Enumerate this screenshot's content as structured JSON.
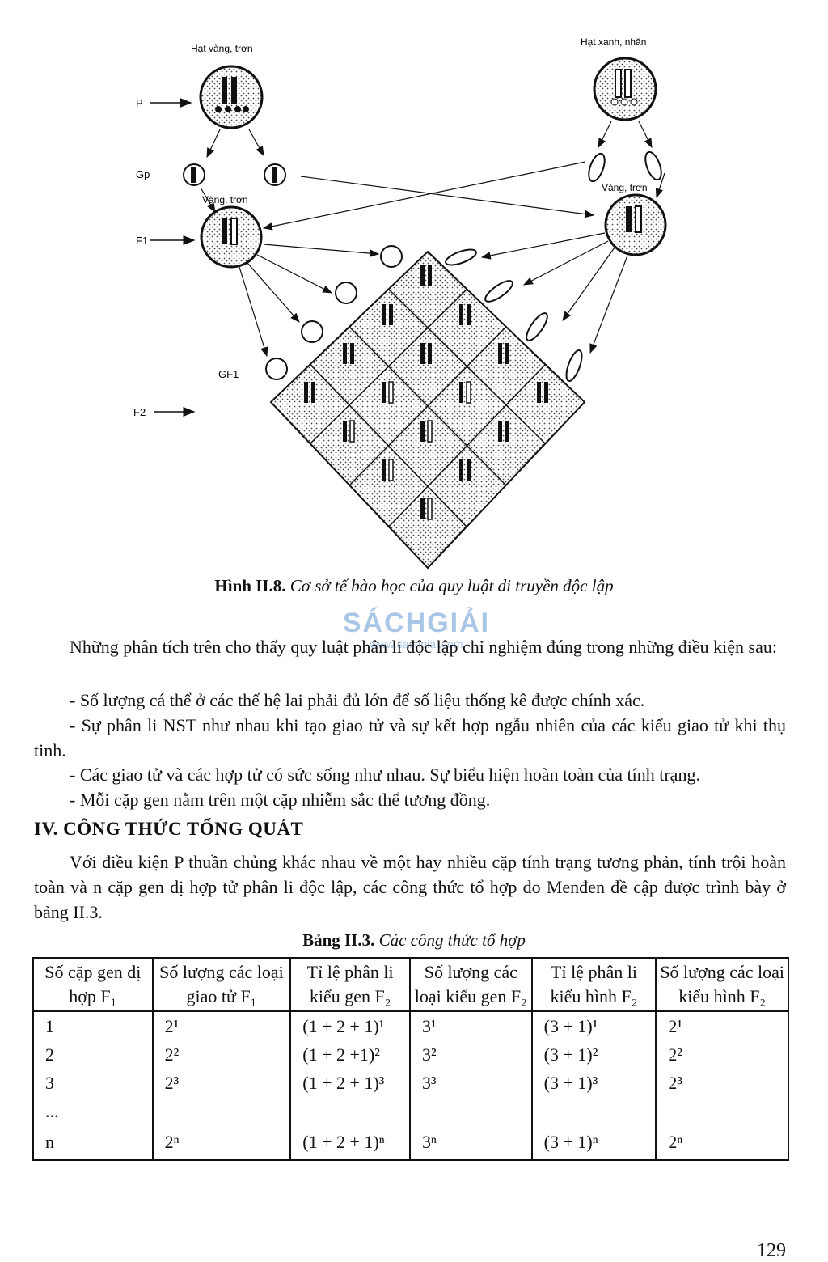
{
  "figure": {
    "label_parent1": "Hạt vàng, trơn",
    "label_parent2": "Hạt xanh, nhăn",
    "row_p": "P",
    "row_g": "Gp",
    "row_f1": "F1",
    "row_gf": "GF1",
    "row_f2": "F2",
    "label_f1_left": "Vàng, trơn",
    "label_f1_right": "Vàng, trơn"
  },
  "caption": {
    "number": "Hình II.8.",
    "text": "Cơ sở tế bào học của quy luật di truyền độc lập"
  },
  "watermark": {
    "brand": "SÁCHGIẢI",
    "url": "www.sachgiai.com"
  },
  "body": {
    "intro": "Những phân tích trên cho thấy quy luật phân li độc lập chỉ nghiệm đúng trong những điều kiện sau:",
    "bullets": [
      "- Số lượng cá thể ở các thế hệ lai phải đủ lớn để số liệu thống kê được chính xác.",
      "- Sự phân li NST như nhau khi tạo giao tử và sự kết hợp ngẫu nhiên của các kiểu giao tử khi thụ tinh.",
      "- Các giao tử và các hợp tử có sức sống như nhau. Sự biểu hiện hoàn toàn của tính trạng.",
      "- Mỗi cặp gen nằm trên một cặp nhiễm sắc thể tương đồng."
    ],
    "heading": "IV. CÔNG THỨC TỔNG QUÁT",
    "para2": "Với điều kiện P thuần chủng khác nhau về một hay nhiều cặp tính trạng tương phản, tính trội hoàn toàn và n cặp gen dị hợp tử phân li độc lập, các công thức tổ hợp do Menđen đề cập được trình bày ở bảng II.3."
  },
  "table": {
    "caption_number": "Bảng II.3.",
    "caption_text": "Các công thức tổ hợp",
    "headers": [
      "Số cặp gen dị hợp F₁",
      "Số lượng các loại giao tử F₁",
      "Tỉ lệ phân li kiểu gen F₂",
      "Số lượng các loại kiểu gen F₂",
      "Tỉ lệ phân li kiểu hình F₂",
      "Số lượng các loại kiểu hình F₂"
    ],
    "rows": [
      [
        "1",
        "2¹",
        "(1 + 2 + 1)¹",
        "3¹",
        "(3 + 1)¹",
        "2¹"
      ],
      [
        "2",
        "2²",
        "(1 + 2 +1)²",
        "3²",
        "(3 + 1)²",
        "2²"
      ],
      [
        "3",
        "2³",
        "(1 + 2 + 1)³",
        "3³",
        "(3 + 1)³",
        "2³"
      ],
      [
        "...",
        "",
        "",
        "",
        "",
        ""
      ],
      [
        "n",
        "2ⁿ",
        "(1 + 2 + 1)ⁿ",
        "3ⁿ",
        "(3 + 1)ⁿ",
        "2ⁿ"
      ]
    ]
  },
  "page_number": "129"
}
